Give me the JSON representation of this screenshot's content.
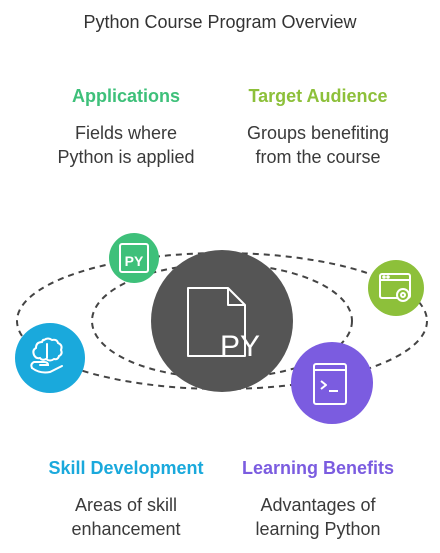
{
  "title": "Python Course Program Overview",
  "center": {
    "label": "PY",
    "icon": "python-file-icon",
    "color": "#555555"
  },
  "nodes": [
    {
      "id": "applications",
      "heading": "Applications",
      "description_lines": [
        "Fields where",
        "Python is applied"
      ],
      "color": "#3ec07a",
      "icon": "python-file-icon",
      "icon_label": "PY"
    },
    {
      "id": "target-audience",
      "heading": "Target Audience",
      "description_lines": [
        "Groups benefiting",
        "from the course"
      ],
      "color": "#8dc03a",
      "icon": "browser-settings-icon"
    },
    {
      "id": "skill-development",
      "heading": "Skill Development",
      "description_lines": [
        "Areas of skill",
        "enhancement"
      ],
      "color": "#1aa9dc",
      "icon": "brain-hand-icon"
    },
    {
      "id": "learning-benefits",
      "heading": "Learning Benefits",
      "description_lines": [
        "Advantages of",
        "learning Python"
      ],
      "color": "#7b5ce0",
      "icon": "terminal-book-icon"
    }
  ]
}
